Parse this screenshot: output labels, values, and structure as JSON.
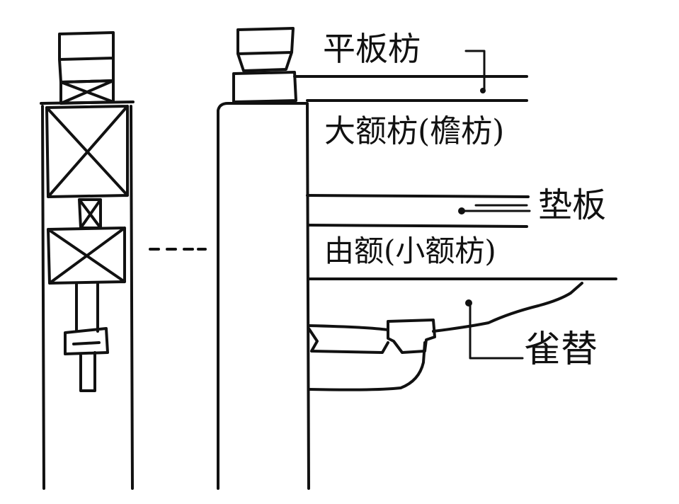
{
  "labels": {
    "pingban_fang": "平板枋",
    "da_e_fang": "大额枋(檐枋)",
    "dian_ban": "垫板",
    "you_e": "由额(小额枋)",
    "que_ti": "雀替"
  },
  "colors": {
    "ink": "#111111",
    "paper": "#ffffff"
  }
}
